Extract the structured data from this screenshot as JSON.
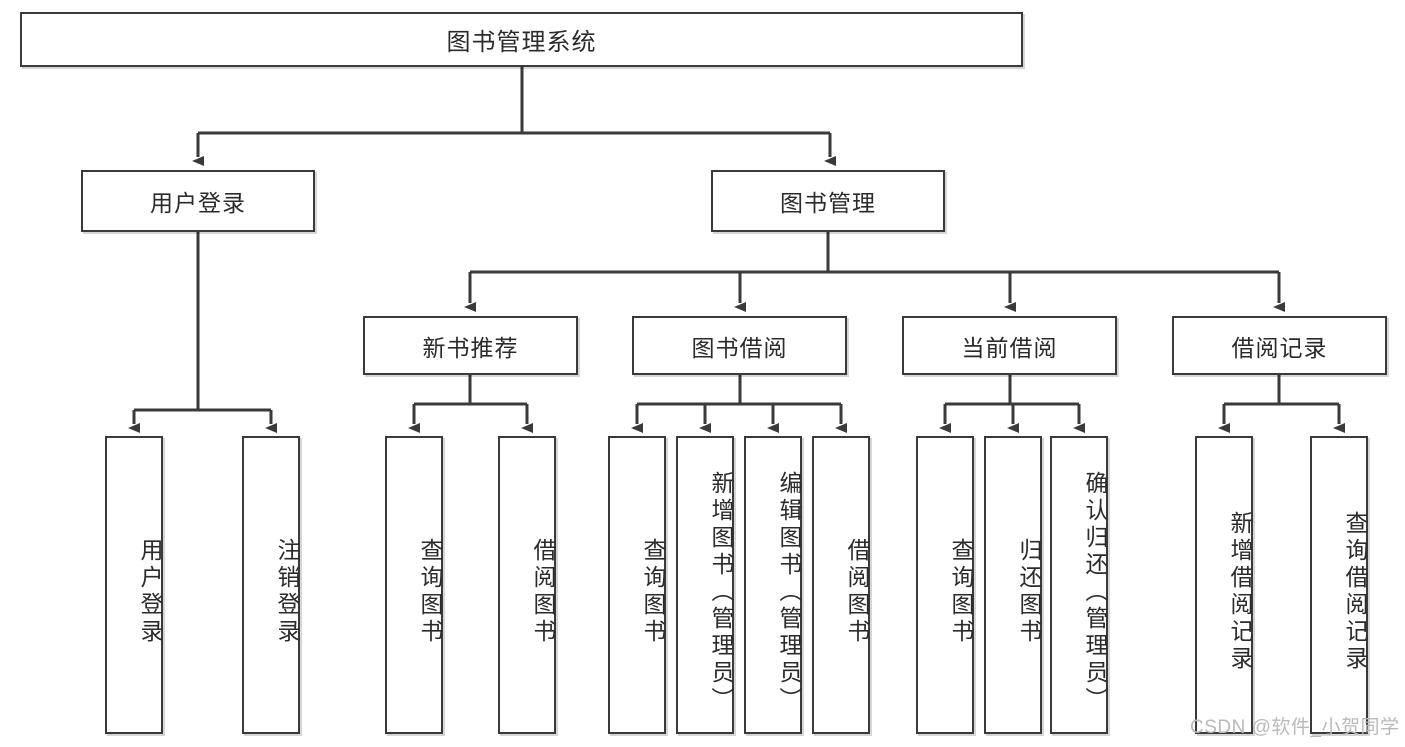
{
  "diagram": {
    "type": "tree-hierarchy",
    "title": "图书管理系统",
    "orientation": "top-down",
    "colors": {
      "box_border": "#3a3a3a",
      "box_fill": "#ffffff",
      "edge": "#3a3a3a",
      "text": "#2b2b2b",
      "watermark": "#b9b9b9"
    },
    "root": {
      "label": "图书管理系统"
    },
    "level1": [
      {
        "label": "用户登录"
      },
      {
        "label": "图书管理"
      }
    ],
    "level2": [
      {
        "label": "新书推荐"
      },
      {
        "label": "图书借阅"
      },
      {
        "label": "当前借阅"
      },
      {
        "label": "借阅记录"
      }
    ],
    "leaves": {
      "user_login": [
        {
          "label": "用户登录"
        },
        {
          "label": "注销登录"
        }
      ],
      "new_book_recommend": [
        {
          "label": "查询图书"
        },
        {
          "label": "借阅图书"
        }
      ],
      "book_borrow": [
        {
          "label": "查询图书"
        },
        {
          "label": "新增图书（管理员）"
        },
        {
          "label": "编辑图书（管理员）"
        },
        {
          "label": "借阅图书"
        }
      ],
      "current_borrow": [
        {
          "label": "查询图书"
        },
        {
          "label": "归还图书"
        },
        {
          "label": "确认归还（管理员）"
        }
      ],
      "borrow_record": [
        {
          "label": "新增借阅记录"
        },
        {
          "label": "查询借阅记录"
        }
      ]
    }
  },
  "watermark": {
    "text": "CSDN @软件_小贺同学"
  }
}
